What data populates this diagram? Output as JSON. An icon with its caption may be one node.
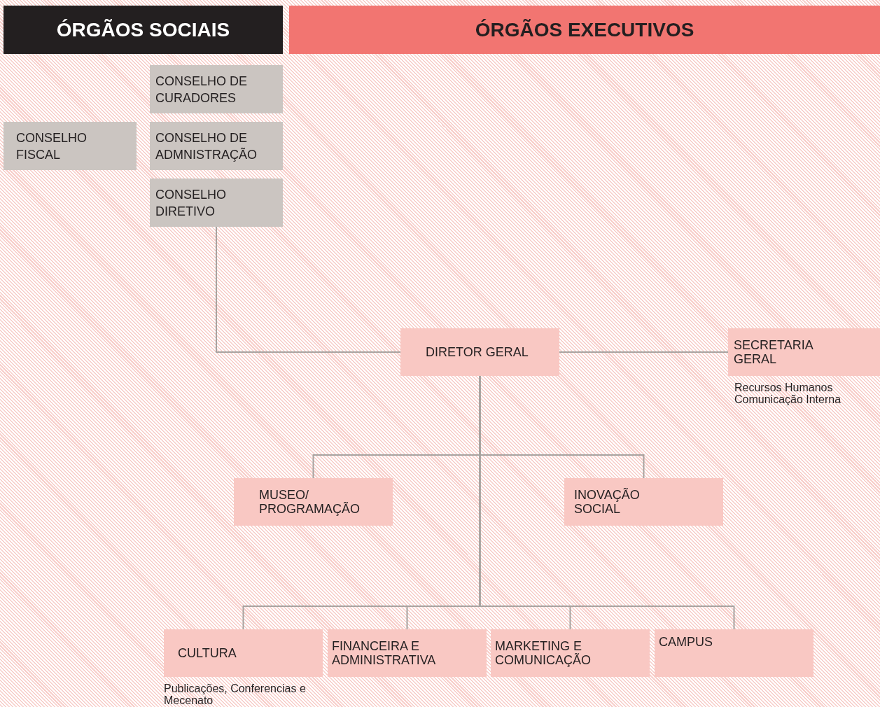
{
  "diagram": {
    "nodes": [
      {
        "text": [
          "ÓRGÃOS SOCIAIS"
        ]
      },
      {
        "text": [
          "ÓRGÃOS EXECUTIVOS"
        ]
      },
      {
        "text": [
          "CONSELHO DE CURADORES"
        ]
      },
      {
        "text": [
          "CONSELHO FISCAL"
        ]
      },
      {
        "text": [
          "CONSELHO DE ADMNISTRAÇÃO"
        ]
      },
      {
        "text": [
          "CONSELHO DIRETIVO"
        ]
      },
      {
        "text": [
          "DIRETOR GERAL"
        ]
      },
      {
        "text": [
          "SECRETARIA GERAL"
        ],
        "beside": [
          "Recursos Humanos",
          "Comunicação Interna"
        ]
      },
      {
        "text": [
          "MUSEO/ PROGRAMAÇÃO"
        ]
      },
      {
        "text": [
          "INOVAÇÃO SOCIAL"
        ]
      },
      {
        "text": [
          "CULTURA"
        ],
        "beside": [
          "Publicações, Conferencias e Mecenato"
        ]
      },
      {
        "text": [
          "FINANCEIRA E ADMINISTRATIVA"
        ]
      },
      {
        "text": [
          "MARKETING E COMUNICAÇÃO"
        ]
      },
      {
        "text": [
          "CAMPUS"
        ]
      }
    ],
    "edges": [
      {
        "from": 5,
        "to": 6,
        "arrow": "none"
      },
      {
        "from": 6,
        "to": 7,
        "arrow": "none"
      },
      {
        "from": 6,
        "to": 8,
        "arrow": "none"
      },
      {
        "from": 6,
        "to": 9,
        "arrow": "none"
      },
      {
        "from": 6,
        "to": 10,
        "arrow": "none"
      },
      {
        "from": 6,
        "to": 11,
        "arrow": "none"
      },
      {
        "from": 6,
        "to": 12,
        "arrow": "none"
      },
      {
        "from": 6,
        "to": 13,
        "arrow": "none"
      }
    ]
  }
}
